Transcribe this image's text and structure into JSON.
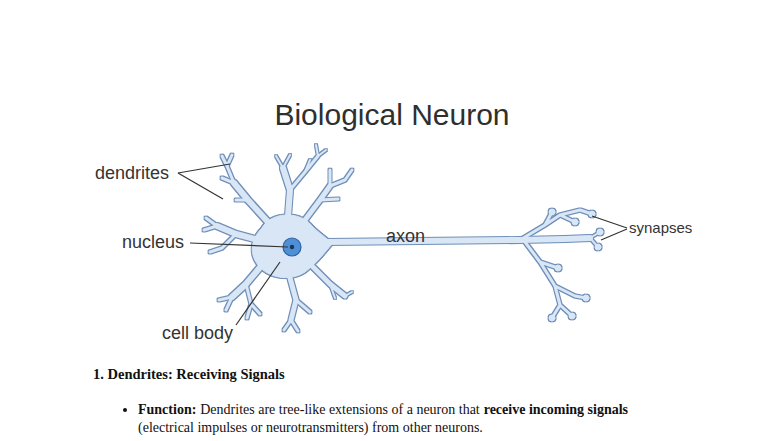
{
  "diagram": {
    "title": "Biological Neuron",
    "labels": [
      "dendrites",
      "nucleus",
      "axon",
      "synapses",
      "cell body",
      "1. Dendrites: Receiving Signals",
      "Function:",
      "Dendrites are tree-like extensions of a neuron that",
      "receive incoming signals",
      "(electrical impulses or neurotransmitters) from other neurons."
    ]
  }
}
